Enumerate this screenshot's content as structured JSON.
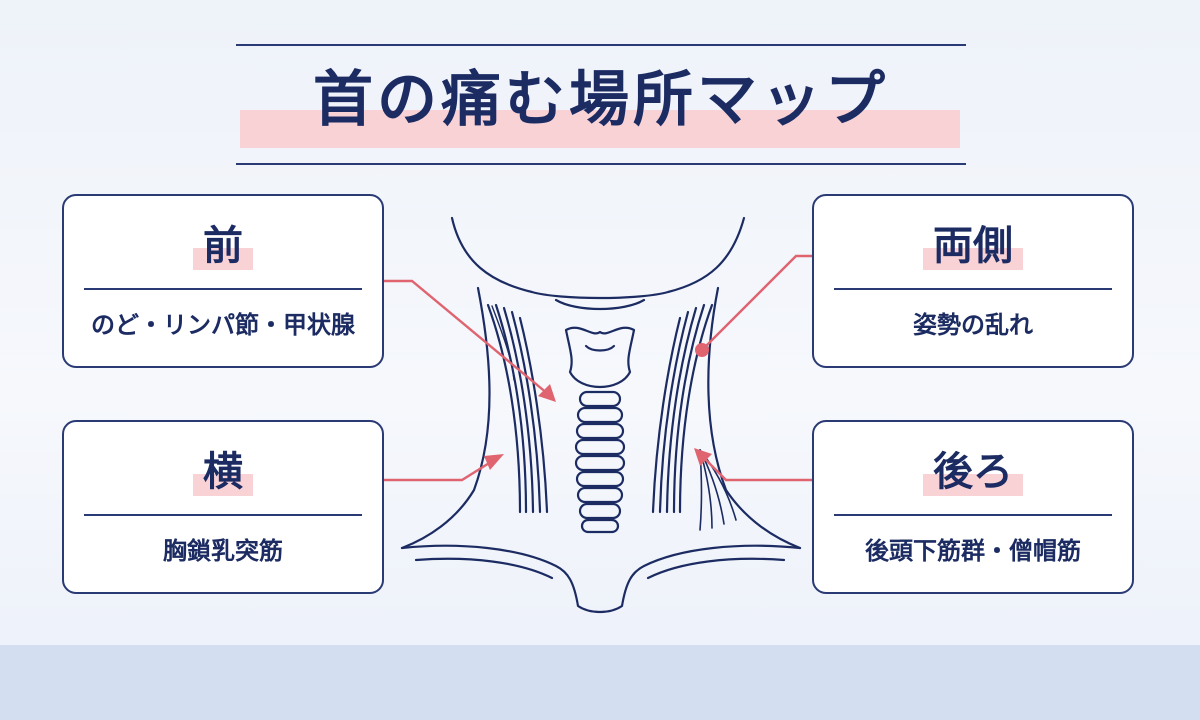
{
  "title": "首の痛む場所マップ",
  "cards": {
    "front": {
      "label": "前",
      "desc": "のど・リンパ節・甲状腺"
    },
    "side": {
      "label": "横",
      "desc": "胸鎖乳突筋"
    },
    "both": {
      "label": "両側",
      "desc": "姿勢の乱れ"
    },
    "back": {
      "label": "後ろ",
      "desc": "後頭下筋群・僧帽筋"
    }
  },
  "colors": {
    "navy": "#1c2c63",
    "accent": "#e06470",
    "highlight": "#f9d2d6",
    "band": "#d3def0"
  },
  "icons": {
    "neck": "neck-anatomy-illustration"
  }
}
